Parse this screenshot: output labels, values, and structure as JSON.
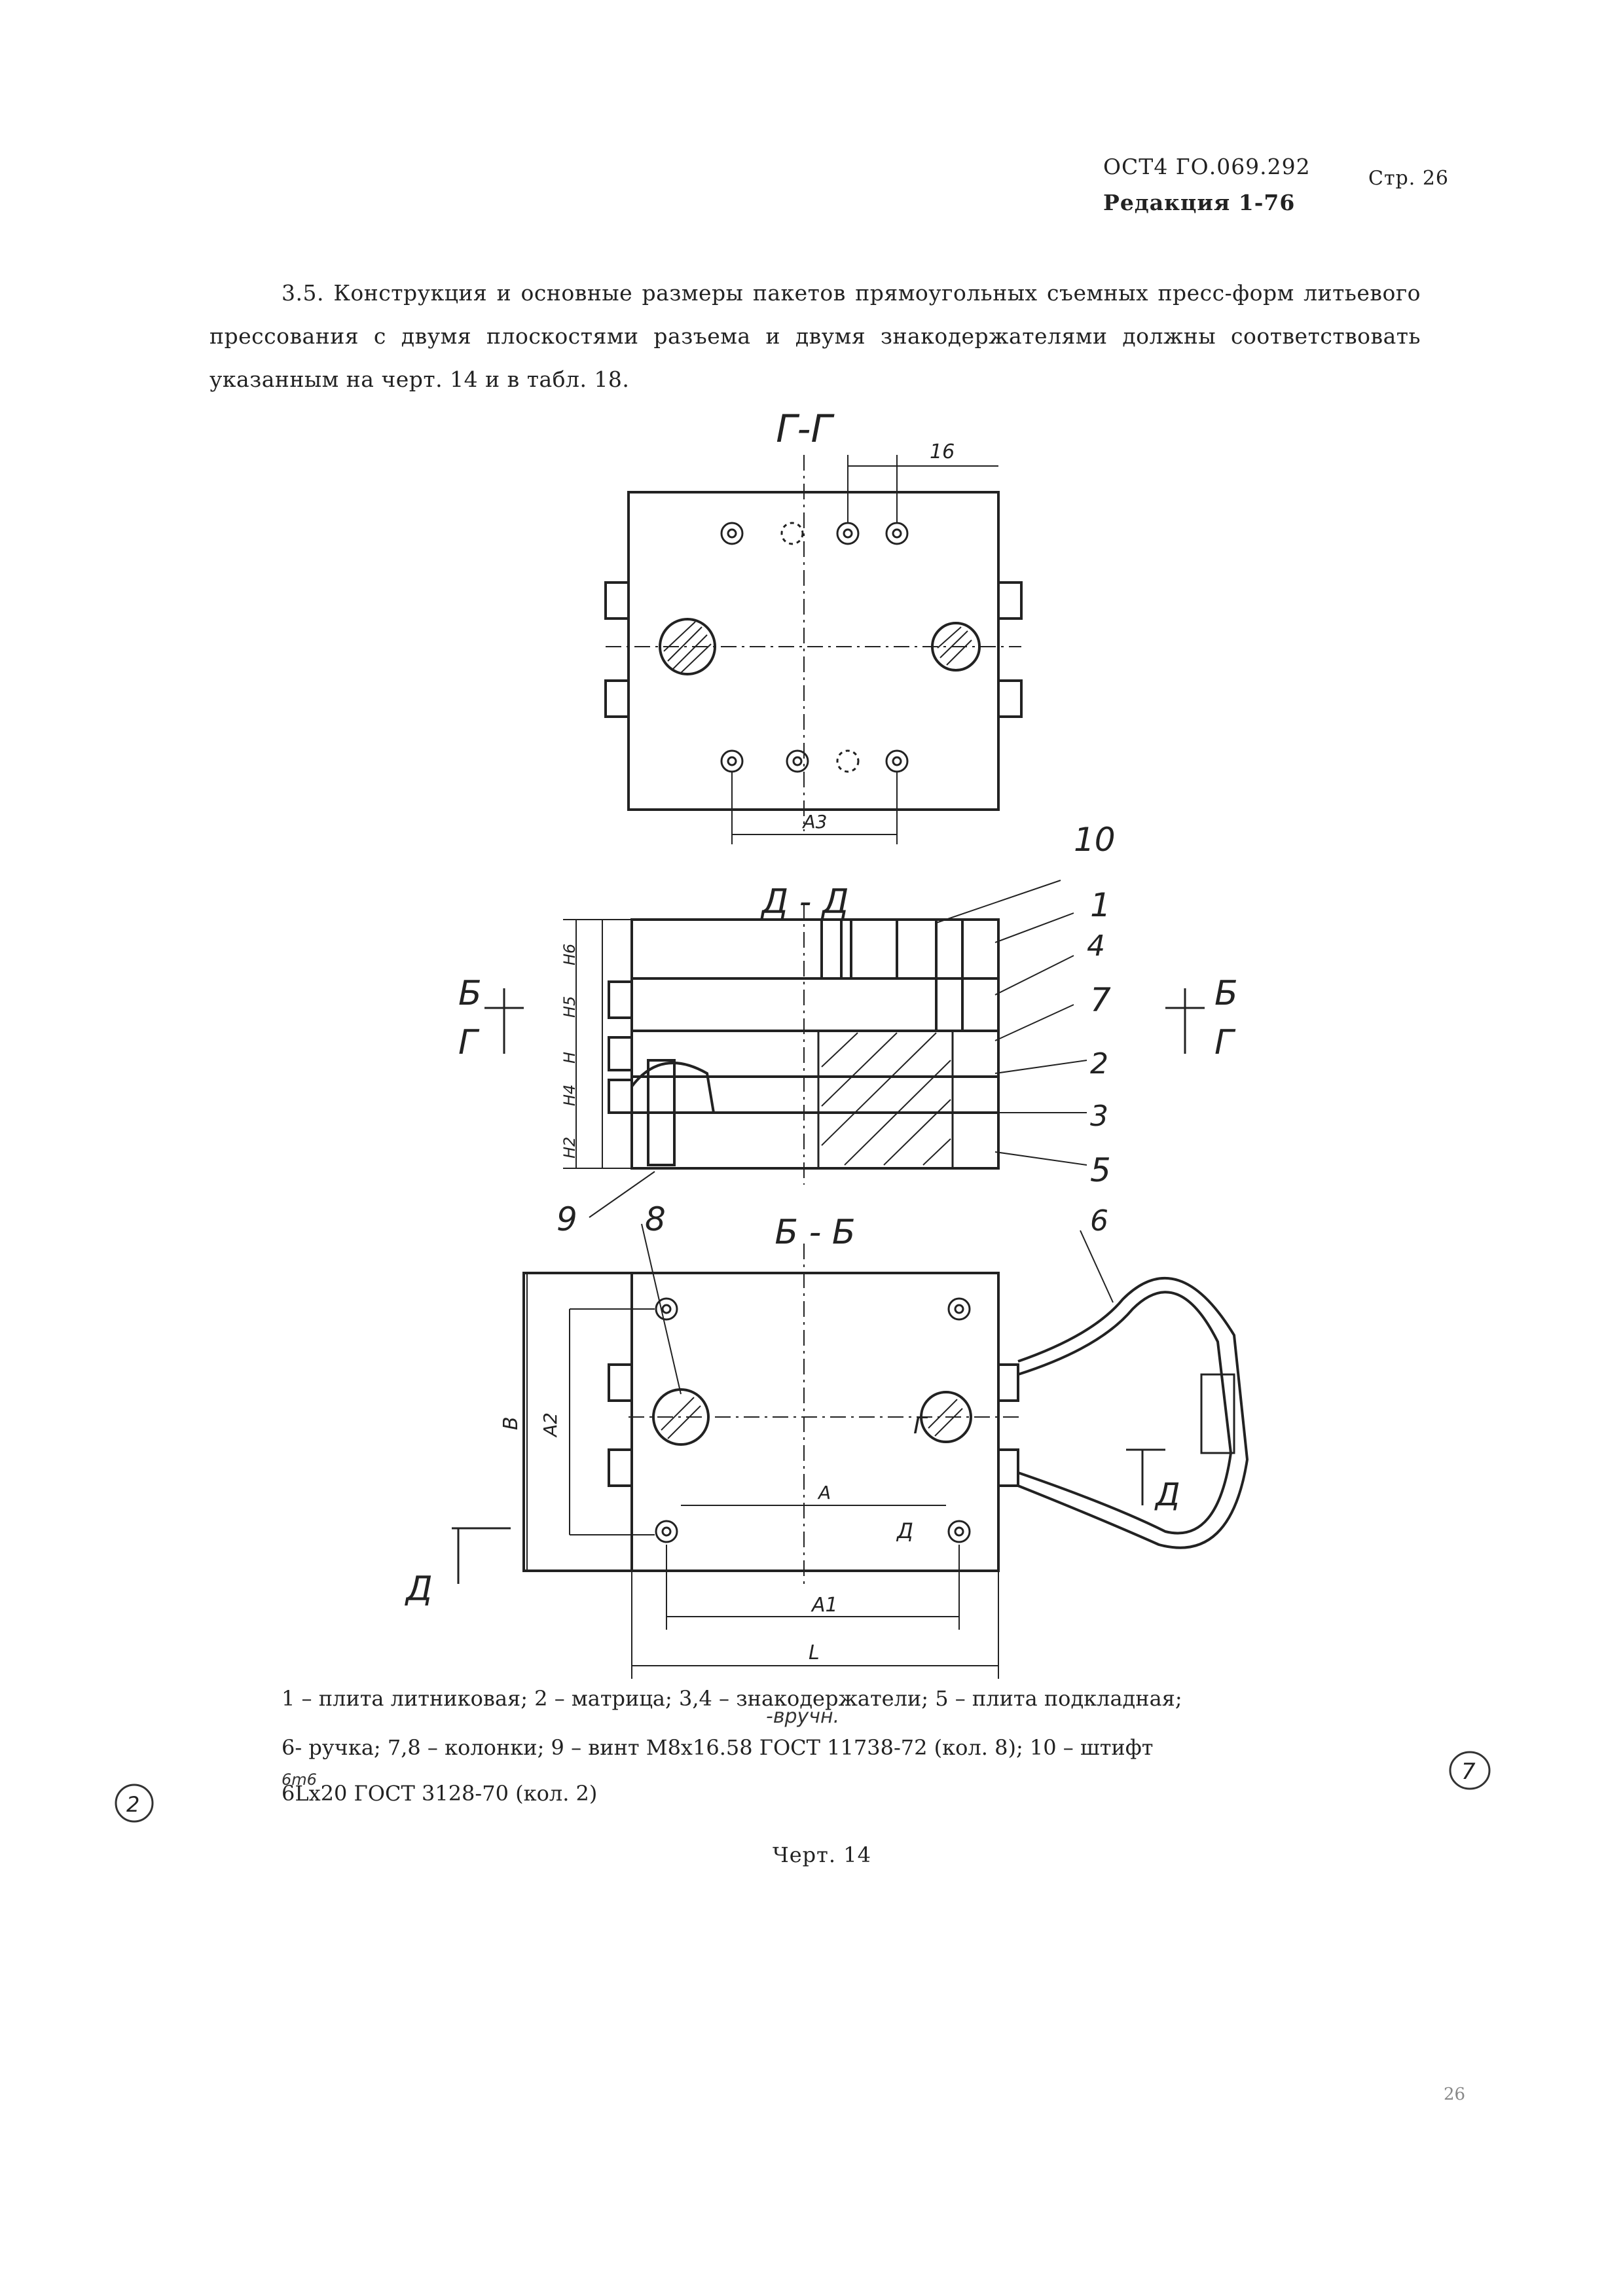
{
  "header": {
    "doc_code": "ОСТ4 ГО.069.292",
    "edition": "Редакция 1-76",
    "page": "Стр. 26"
  },
  "paragraph": "3.5. Конструкция и основные размеры пакетов прямоугольных съемных пресс-форм литьевого прессования с двумя плоскостями разъема и двумя знакодержателями должны соответствовать указанным на черт. 14 и в табл. 18.",
  "drawing": {
    "section_gg": "Г-Г",
    "section_dd": "Д - Д",
    "section_bb": "Б - Б",
    "dim_16": "16",
    "dim_a3": "А3",
    "dim_a2": "А2",
    "dim_a": "А",
    "dim_a1": "А1",
    "dim_l": "L",
    "dim_b": "В",
    "dim_h6": "Н6",
    "dim_h5": "Н5",
    "dim_h": "Н",
    "dim_h4": "Н4",
    "dim_h2": "Н2",
    "cut_b": "Б",
    "cut_g": "Г",
    "cut_d": "Д",
    "callouts": [
      "10",
      "1",
      "4",
      "7",
      "2",
      "3",
      "5",
      "6",
      "9",
      "8"
    ]
  },
  "legend": {
    "line1": "1 – плита литниковая; 2 – матрица; 3,4 – знакодержатели; 5 – плита подкладная;",
    "line2": "6- ручка; 7,8 – колонки; 9 – винт М8x16.58 ГОСТ 11738-72 (кол. 8); 10 – штифт",
    "line3": "6Lx20 ГОСТ 3128-70 (кол. 2)",
    "note_above": "-вручн.",
    "note_6m6": "6m6",
    "circle_left": "2",
    "circle_right": "7"
  },
  "caption": "Черт. 14",
  "corner_mark": "26"
}
